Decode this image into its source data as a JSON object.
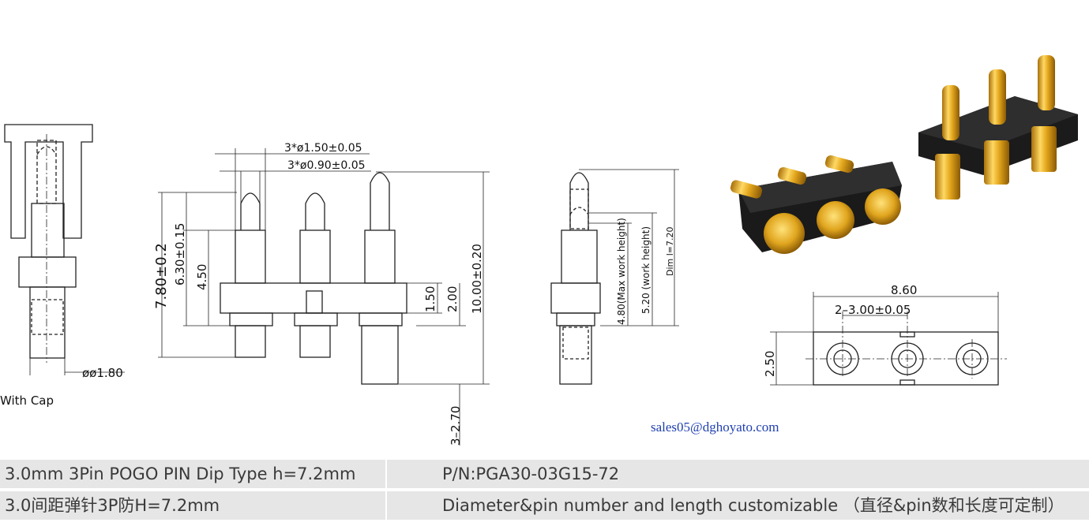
{
  "drawing": {
    "side_view_caption": "With Cap",
    "side_view_dim_diameter": "øø1.80",
    "front_view": {
      "dim_head_diameters": "3*ø1.50±0.05",
      "dim_plunger_diameters": "3*ø0.90±0.05",
      "dim_total_height": "7.80±0.2",
      "dim_upper_height": "6.30±0.15",
      "dim_body_height": "4.50",
      "dim_insulator_height": "1.50",
      "dim_insulator_to_base": "2.00",
      "dim_overall_length": "10.00±0.20",
      "dim_pitch_tail": "3–2.70"
    },
    "profile_view": {
      "dim_max_work_height": "4.80(Max work height)",
      "dim_work_height": "5.20 (work height)",
      "dim_length": "Dim l=7.20"
    },
    "footprint": {
      "dim_width": "8.60",
      "dim_pitch": "2–3.00±0.05",
      "dim_depth": "2.50"
    },
    "photo": {
      "product_colors": {
        "gold": "#d9a21b",
        "insulator": "#1c1c1c"
      }
    }
  },
  "contact_email": "sales05@dghoyato.com",
  "spec_table": {
    "row1": {
      "left": "3.0mm 3Pin POGO PIN Dip Type h=7.2mm",
      "right": "P/N:PGA30-03G15-72"
    },
    "row2": {
      "left": "3.0间距弹针3P防H=7.2mm",
      "right": "Diameter&pin number and length customizable （直径&pin数和长度可定制）"
    }
  }
}
